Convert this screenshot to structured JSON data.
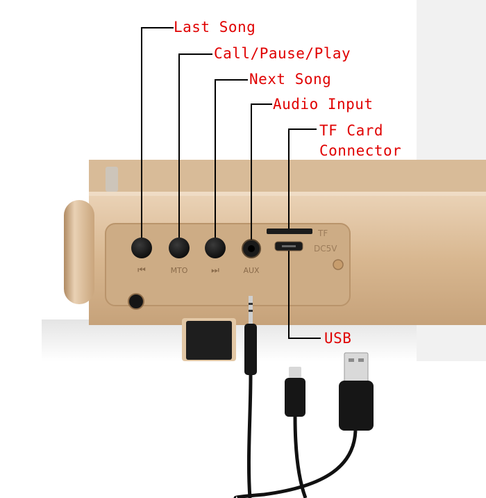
{
  "callouts": {
    "last_song": "Last Song",
    "call_pause_play": "Call/Pause/Play",
    "next_song": "Next Song",
    "audio_input": "Audio Input",
    "tf_card_line1": "TF Card",
    "tf_card_line2": "Connector",
    "usb": "USB"
  },
  "panel_markings": {
    "prev_symbol": "⏮",
    "mode_symbol": "MTO",
    "next_symbol": "⏭",
    "aux": "AUX",
    "tf": "TF",
    "dc5v": "DC5V"
  },
  "colors": {
    "label_text": "#e00000",
    "leader_line": "#000000",
    "speaker_body": "#d9b892",
    "panel": "#cfae87",
    "button": "#151515",
    "cable": "#111111"
  }
}
